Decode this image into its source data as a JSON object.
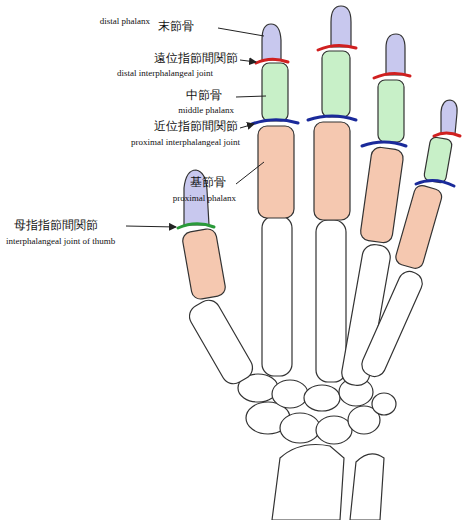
{
  "diagram": {
    "labels": [
      "末節骨",
      "distal phalanx",
      "遠位指節間関節",
      "distal interphalangeal joint",
      "中節骨",
      "middle phalanx",
      "近位指節間関節",
      "proximal interphalangeal joint",
      "基節骨",
      "proximal phalanx",
      "母指指節間関節",
      "interphalangeal joint of thumb"
    ]
  }
}
